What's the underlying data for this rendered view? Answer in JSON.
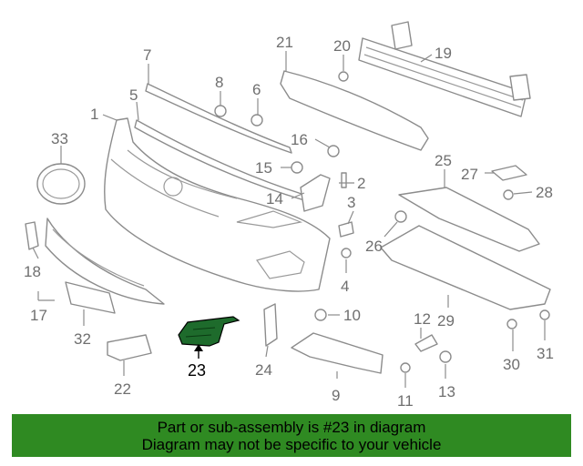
{
  "diagram": {
    "highlight_color": "#1e6b2c",
    "callouts": [
      "1",
      "2",
      "3",
      "4",
      "5",
      "6",
      "7",
      "8",
      "9",
      "10",
      "11",
      "12",
      "13",
      "14",
      "15",
      "16",
      "17",
      "18",
      "19",
      "20",
      "21",
      "22",
      "23",
      "24",
      "25",
      "26",
      "27",
      "28",
      "29",
      "30",
      "31",
      "32",
      "33"
    ],
    "highlighted_callout": "23"
  },
  "banner": {
    "background": "#2f8a22",
    "line1": "Part or sub-assembly is #23 in diagram",
    "line2": "Diagram may not be specific to your vehicle"
  }
}
